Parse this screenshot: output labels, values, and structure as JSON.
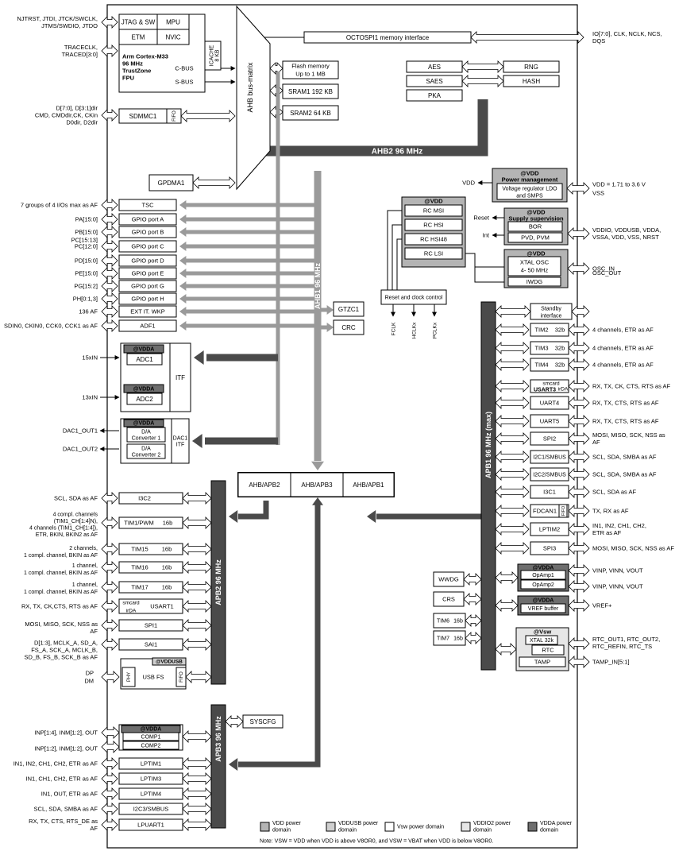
{
  "cpu": {
    "jtag": "JTAG & SW",
    "mpu": "MPU",
    "etm": "ETM",
    "nvic": "NVIC",
    "core1": "Arm Cortex-M33",
    "core2": "96 MHz",
    "core3": "TrustZone",
    "core4": "FPU",
    "icache1": "ICACHE",
    "icache2": "8 KB",
    "cbus": "C-BUS",
    "sbus": "S-BUS"
  },
  "ahb_matrix": "AHB bus-matrix",
  "mem": {
    "flash1": "Flash memory",
    "flash2": "Up to 1 MB",
    "sram1": "SRAM1 192 KB",
    "sram2": "SRAM2 64 KB",
    "octospi": "OCTOSPI1 memory interface"
  },
  "crypto": {
    "aes": "AES",
    "saes": "SAES",
    "pka": "PKA",
    "rng": "RNG",
    "hash": "HASH"
  },
  "buses": {
    "ahb2": "AHB2 96 MHz",
    "ahb1": "AHB1 96 MHz",
    "apb1": "APB1 96 MHz (max)",
    "apb2": "APB2 96 MHz",
    "apb3": "APB3 96 MHz",
    "ahb_apb2": "AHB/APB2",
    "ahb_apb3": "AHB/APB3",
    "ahb_apb1": "AHB/APB1"
  },
  "left_labels": {
    "jtag": [
      "NJTRST, JTDI, JTCK/SWCLK,",
      "JTMS/SWDIO, JTDO"
    ],
    "trace": [
      "TRACECLK,",
      "TRACED[3:0]"
    ],
    "sdmmc": [
      "D[7:0], D[3:1]dir",
      "CMD, CMDdir,CK, CKin",
      "D0dir, D2dir"
    ],
    "tsc": "7 groups of 4 I/Os max as AF",
    "pa": "PA[15:0]",
    "pb": "PB[15:0]",
    "pc1": "PC[15:13]",
    "pc2": "PC[12:0]",
    "pd": "PD[15:0]",
    "pe": "PE[15:0]",
    "pg": "PG[15:2]",
    "ph": "PH[0:1,3]",
    "exti": "136 AF",
    "adf": "SDIN0, CKIN0, CCK0, CCK1 as AF",
    "adc1": "15xIN",
    "adc2": "13xIN",
    "dac1": "DAC1_OUT1",
    "dac2": "DAC1_OUT2",
    "i3c2": "SCL, SDA as AF",
    "tim1": [
      "4 compl. channels",
      "(TIM1_CH[1:4]N),",
      "4 channels (TIM1_CH[1:4]),",
      "ETR, BKIN, BKIN2 as AF"
    ],
    "tim15": [
      "2 channels,",
      "1 compl. channel, BKIN as AF"
    ],
    "tim16": [
      "1 channel,",
      "1 compl. channel, BKIN as AF"
    ],
    "tim17": [
      "1 channel,",
      "1 compl. channel, BKIN as AF"
    ],
    "usart1": "RX, TX, CK,CTS, RTS as AF",
    "spi1": [
      "MOSI, MISO, SCK, NSS as",
      "AF"
    ],
    "sai1": [
      "D[1:3], MCLK_A, SD_A,",
      "FS_A, SCK_A, MCLK_B,",
      "SD_B, FS_B, SCK_B as AF"
    ],
    "usb": [
      "DP",
      "DM"
    ],
    "comp1": "INP[1:4], INM[1:2], OUT",
    "comp2": "INP[1:2], INM[1:2], OUT",
    "lptim1": "IN1, IN2, CH1, CH2, ETR as AF",
    "lptim3": "IN1, CH1, CH2, ETR as AF",
    "lptim4": "IN1, OUT, ETR as AF",
    "i2c3": "SCL, SDA, SMBA as AF",
    "lpuart": [
      "RX, TX, CTS, RTS_DE as",
      "AF"
    ]
  },
  "left_blocks": {
    "sdmmc": "SDMMC1",
    "fifo": "FIFO",
    "gpdma": "GPDMA1",
    "tsc": "TSC",
    "gpio_a": "GPIO port A",
    "gpio_b": "GPIO port B",
    "gpio_c": "GPIO port C",
    "gpio_d": "GPIO port D",
    "gpio_e": "GPIO port E",
    "gpio_g": "GPIO port G",
    "gpio_h": "GPIO port H",
    "exti": "EXT IT. WKP",
    "adf": "ADF1",
    "gtzc": "GTZC1",
    "crc": "CRC"
  },
  "analog": {
    "vdda": "@VDDA",
    "adc1": "ADC1",
    "adc2": "ADC2",
    "itf": "ITF",
    "dac_conv1": [
      "D/A",
      "Converter 1"
    ],
    "dac_conv2": [
      "D/A",
      "Converter 2"
    ],
    "dac_itf": [
      "DAC1",
      "ITF"
    ]
  },
  "apb2_blocks": {
    "i3c2": "I3C2",
    "tim1": "TIM1/PWM",
    "tim1_bits": "16b",
    "tim15": "TIM15",
    "tim15_bits": "16b",
    "tim16": "TIM16",
    "tim16_bits": "16b",
    "tim17": "TIM17",
    "tim17_bits": "16b",
    "usart1_a": "smcard",
    "usart1_b": "irDA",
    "usart1": "USART1",
    "spi1": "SPI1",
    "sai1": "SAI1",
    "vddusb": "@VDDUSB",
    "phy": "PHY",
    "usbfs": "USB FS",
    "fifo": "FIFO"
  },
  "apb3_blocks": {
    "syscfg": "SYSCFG",
    "comp_vdda": "@VDDA",
    "comp1": "COMP1",
    "comp2": "COMP2",
    "lptim1": "LPTIM1",
    "lptim3": "LPTIM3",
    "lptim4": "LPTIM4",
    "i2c3": "I2C3/SMBUS",
    "lpuart1": "LPUART1"
  },
  "power": {
    "vdd_label": "VDD",
    "title1": "@VDD",
    "title2": "Power management",
    "reg1": "Voltage regulator LDO",
    "reg2": "and SMPS",
    "out1": "VDD = 1.71 to 3.6 V",
    "out2": "VSS",
    "sup_title1": "@VDD",
    "sup_title2": "Supply supervision",
    "reset": "Reset",
    "int": "Int",
    "bor": "BOR",
    "pvd": "PVD, PVM",
    "sup_out": [
      "VDDIO, VDDUSB, VDDA,",
      "VSSA, VDD, VSS, NRST"
    ],
    "osc_title": "@VDD",
    "xtal1": "XTAL OSC",
    "xtal2": "4- 50 MHz",
    "iwdg": "IWDG",
    "osc_in": "OSC_IN",
    "osc_out": "OSC_OUT"
  },
  "clocks": {
    "title": "@VDD",
    "msi": "RC MSI",
    "hsi": "RC HSI",
    "hsi48": "RC HSI48",
    "lsi": "RC LSI",
    "rcc": "Reset and clock control",
    "fclk": "FCLK",
    "hclk": "HCLKx",
    "pclk": "PCLKx"
  },
  "apb1_blocks": {
    "standby1": "Standby",
    "standby2": "interface",
    "tim2": "TIM2",
    "tim3": "TIM3",
    "tim4": "TIM4",
    "b32": "32b",
    "usart3a": "smcard",
    "usart3b": "irDA",
    "usart3": "USART3",
    "uart4": "UART4",
    "uart5": "UART5",
    "spi2": "SPI2",
    "i2c1": "I2C1/SMBUS",
    "i2c2": "I2C2/SMBUS",
    "i3c1": "I3C1",
    "fdcan": "FDCAN1",
    "fifo": "FIFO",
    "lptim2": "LPTIM2",
    "spi3": "SPI3",
    "opamp_vdda": "@VDDA",
    "opamp1": "OpAmp1",
    "opamp2": "OpAmp2",
    "vref_vdda": "@VDDA",
    "vref": "VREF buffer",
    "wwdg": "WWDG",
    "crs": "CRS",
    "tim6": "TIM6",
    "tim7": "TIM7",
    "b16": "16b",
    "vsw": "@Vsw",
    "xtal32": "XTAL 32k",
    "rtc": "RTC",
    "tamp": "TAMP"
  },
  "right_labels": {
    "octospi": [
      "IO[7:0], CLK, NCLK, NCS,",
      "DQS"
    ],
    "tim2": "4 channels, ETR as AF",
    "tim3": "4 channels, ETR as AF",
    "tim4": "4 channels, ETR as AF",
    "usart3": "RX, TX, CK, CTS, RTS as AF",
    "uart4": "RX, TX, CTS, RTS as AF",
    "uart5": "RX, TX, CTS, RTS as AF",
    "spi2": [
      "MOSI, MISO, SCK, NSS as",
      "AF"
    ],
    "i2c1": "SCL, SDA, SMBA as AF",
    "i2c2": "SCL, SDA, SMBA as AF",
    "i3c1": "SCL, SDA as AF",
    "fdcan": "TX, RX as AF",
    "lptim2": [
      "IN1, IN2, CH1, CH2,",
      "ETR as AF"
    ],
    "spi3": "MOSI, MISO, SCK, NSS as AF",
    "opamp1": "VINP, VINN, VOUT",
    "opamp2": "VINP, VINN, VOUT",
    "vref": "VREF+",
    "rtc": [
      "RTC_OUT1, RTC_OUT2,",
      "RTC_REFIN, RTC_TS"
    ],
    "tamp": "TAMP_IN[5:1]"
  },
  "legend": {
    "vdd": [
      "VDD power",
      "domain"
    ],
    "vddusb": [
      "VDDUSB power",
      "domain"
    ],
    "vsw": "Vsw power domain",
    "vddio2": [
      "VDDIO2 power",
      "domain"
    ],
    "vdda": [
      "VDDA power",
      "domain"
    ],
    "note": "Note:  VSW = VDD when VDD is above V8OR0, and VSW = VBAT when VDD is below V8OR0.",
    "colors": {
      "vdd": "#b4b4b4",
      "vddusb": "#cfcfcf",
      "vsw": "#ffffff",
      "vddio2": "#e6e6e6",
      "vdda": "#6e6e6e"
    }
  }
}
